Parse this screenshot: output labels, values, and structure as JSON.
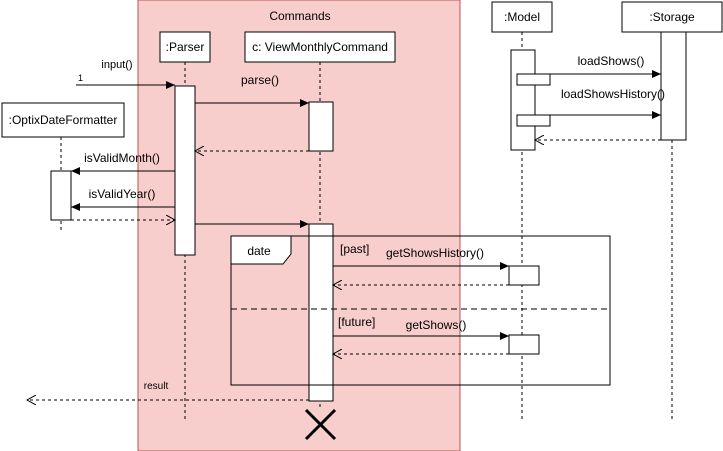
{
  "frame": {
    "label": "Commands",
    "fill": "#F8CECC",
    "stroke": "#B85450"
  },
  "participants": {
    "parser": ":Parser",
    "command": "c: ViewMonthlyCommand",
    "model": ":Model",
    "storage": ":Storage",
    "formatter": ":OptixDateFormatter"
  },
  "messages": {
    "input": "input()",
    "input_seq": "1",
    "parse": "parse()",
    "is_valid_month": "isValidMonth()",
    "is_valid_year": "isValidYear()",
    "load_shows": "loadShows()",
    "load_shows_history": "loadShowsHistory()",
    "get_shows_history": "getShowsHistory()",
    "get_shows": "getShows()",
    "result": "result"
  },
  "alt_fragment": {
    "label": "date",
    "guard_1": "[past]",
    "guard_2": "[future]"
  }
}
